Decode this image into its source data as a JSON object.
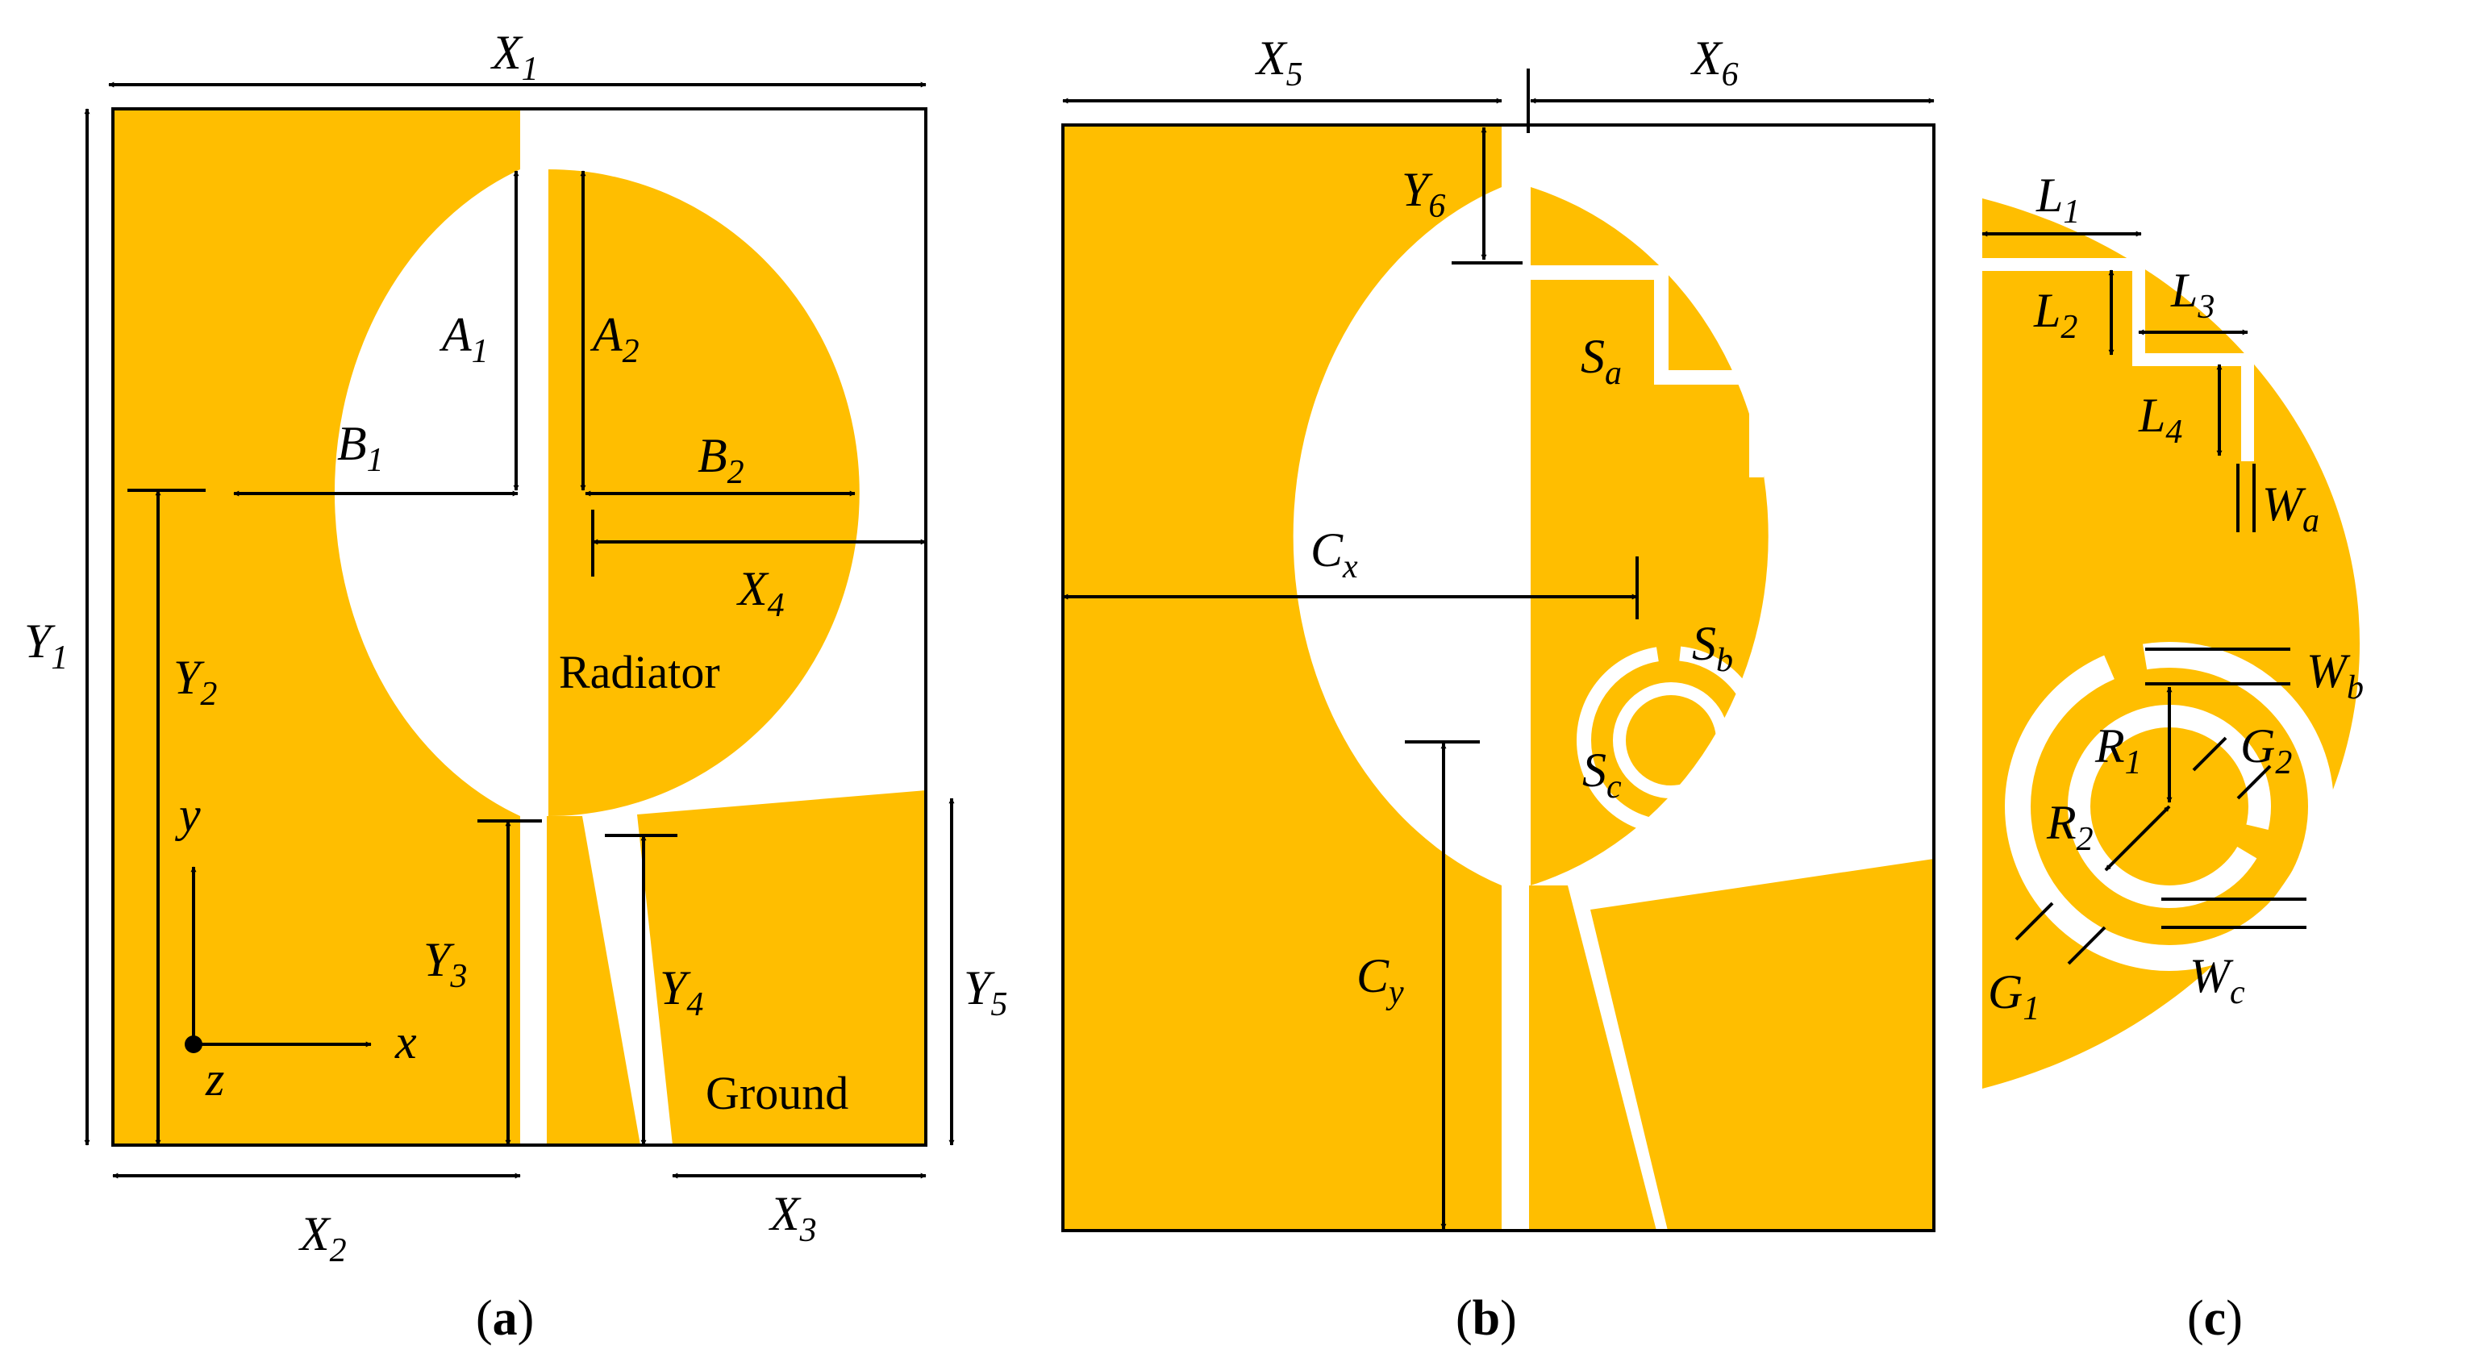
{
  "colors": {
    "copper": "#FFBE00",
    "line": "#000000",
    "background": "#FFFFFF"
  },
  "panel_a": {
    "caption_open": "(",
    "caption_letter": "a",
    "caption_close": ")",
    "region_radiator": "Radiator",
    "region_ground": "Ground",
    "axis_x": "x",
    "axis_y": "y",
    "axis_z": "z",
    "dims": {
      "X1": {
        "base": "X",
        "sub": "1"
      },
      "X2": {
        "base": "X",
        "sub": "2"
      },
      "X3": {
        "base": "X",
        "sub": "3"
      },
      "X4": {
        "base": "X",
        "sub": "4"
      },
      "Y1": {
        "base": "Y",
        "sub": "1"
      },
      "Y2": {
        "base": "Y",
        "sub": "2"
      },
      "Y3": {
        "base": "Y",
        "sub": "3"
      },
      "Y4": {
        "base": "Y",
        "sub": "4"
      },
      "Y5": {
        "base": "Y",
        "sub": "5"
      },
      "A1": {
        "base": "A",
        "sub": "1"
      },
      "A2": {
        "base": "A",
        "sub": "2"
      },
      "B1": {
        "base": "B",
        "sub": "1"
      },
      "B2": {
        "base": "B",
        "sub": "2"
      }
    }
  },
  "panel_b": {
    "caption_open": "(",
    "caption_letter": "b",
    "caption_close": ")",
    "dims": {
      "X5": {
        "base": "X",
        "sub": "5"
      },
      "X6": {
        "base": "X",
        "sub": "6"
      },
      "Y6": {
        "base": "Y",
        "sub": "6"
      },
      "Cx": {
        "base": "C",
        "sub": "x"
      },
      "Cy": {
        "base": "C",
        "sub": "y"
      },
      "Sa": {
        "base": "S",
        "sub": "a"
      },
      "Sb": {
        "base": "S",
        "sub": "b"
      },
      "Sc": {
        "base": "S",
        "sub": "c"
      }
    }
  },
  "panel_c": {
    "caption_open": "(",
    "caption_letter": "c",
    "caption_close": ")",
    "dims": {
      "L1": {
        "base": "L",
        "sub": "1"
      },
      "L2": {
        "base": "L",
        "sub": "2"
      },
      "L3": {
        "base": "L",
        "sub": "3"
      },
      "L4": {
        "base": "L",
        "sub": "4"
      },
      "Wa": {
        "base": "W",
        "sub": "a"
      },
      "Wb": {
        "base": "W",
        "sub": "b"
      },
      "Wc": {
        "base": "W",
        "sub": "c"
      },
      "R1": {
        "base": "R",
        "sub": "1"
      },
      "R2": {
        "base": "R",
        "sub": "2"
      },
      "G1": {
        "base": "G",
        "sub": "1"
      },
      "G2": {
        "base": "G",
        "sub": "2"
      }
    }
  }
}
